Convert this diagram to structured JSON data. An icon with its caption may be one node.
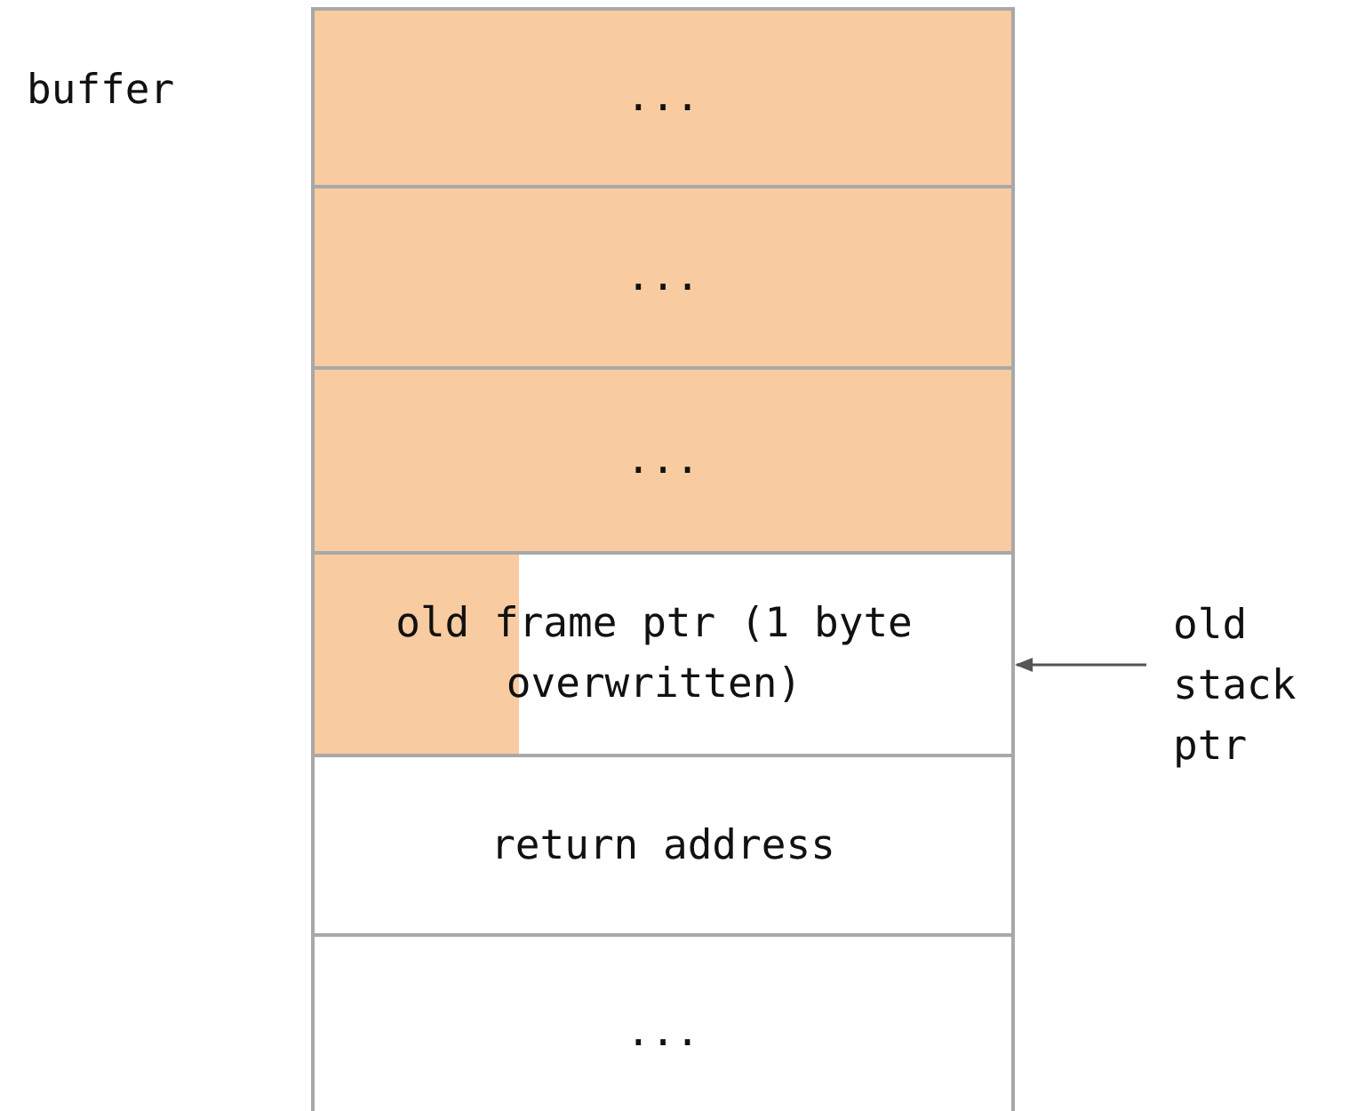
{
  "diagram": {
    "nodes": [
      {
        "text": [
          "..."
        ]
      },
      {
        "text": [
          "..."
        ]
      },
      {
        "text": [
          "..."
        ]
      },
      {
        "text": [
          "old frame ptr (1 byte overwritten)"
        ]
      },
      {
        "text": [
          "return address"
        ]
      },
      {
        "text": [
          "..."
        ]
      },
      {
        "text": [
          "old stack ptr"
        ]
      }
    ],
    "edges": [
      {
        "from": 6,
        "to": 3,
        "arrow": "to"
      }
    ],
    "labels": [
      "buffer"
    ]
  }
}
